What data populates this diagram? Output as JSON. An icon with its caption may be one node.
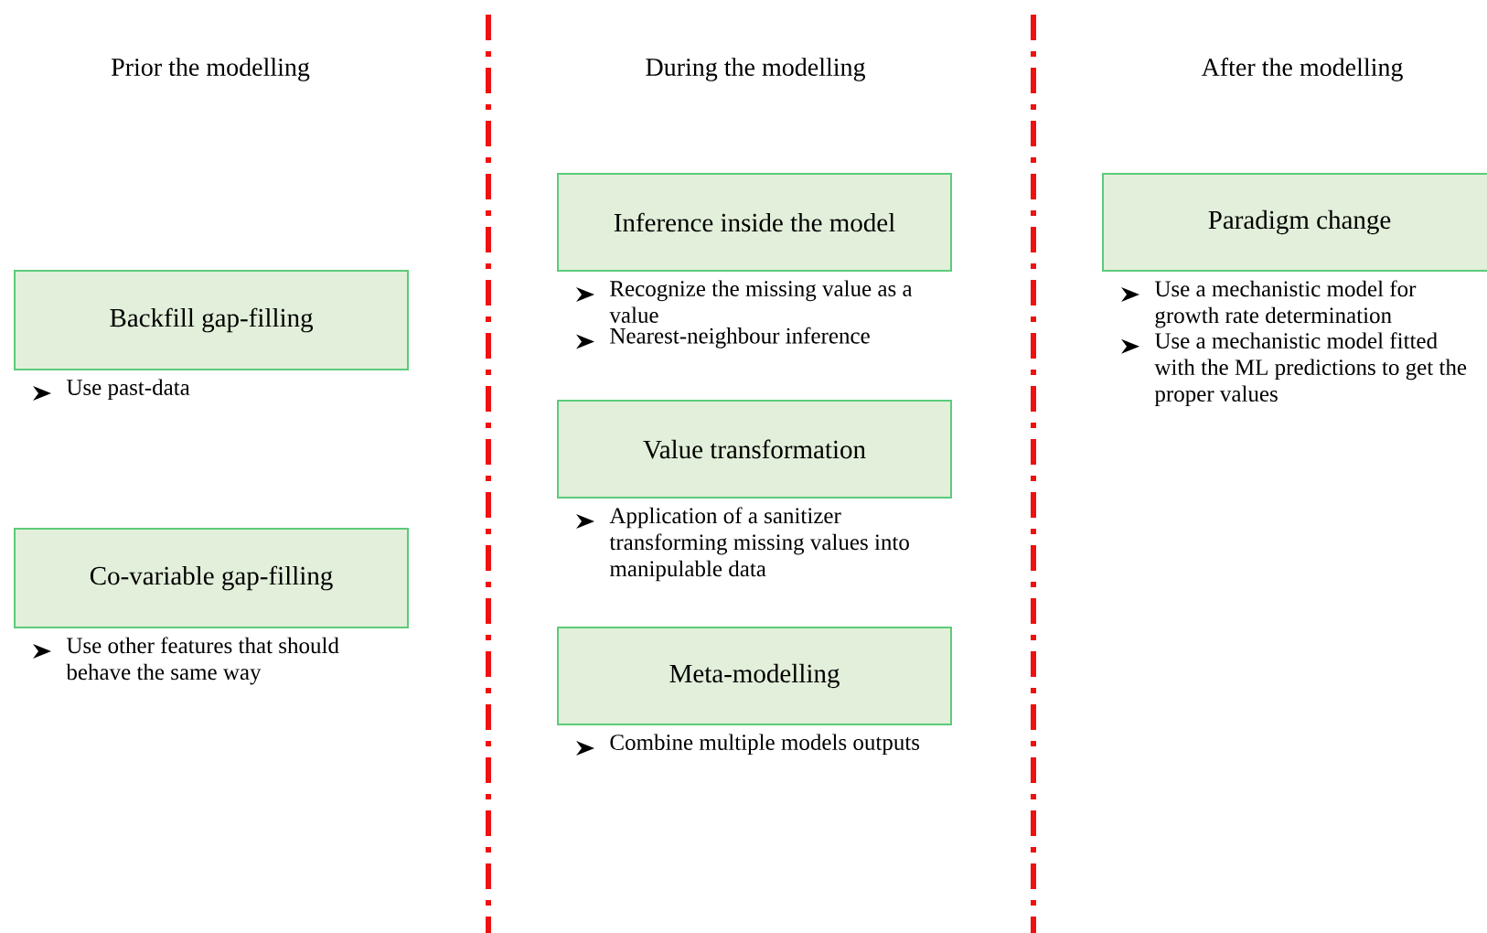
{
  "diagram": {
    "nodes": [
      {
        "text": [
          "Backfill gap-filling"
        ],
        "beside": [
          "Use past-data"
        ]
      },
      {
        "text": [
          "Co-variable gap-filling"
        ],
        "beside": [
          "Use other features that should behave the same way"
        ]
      },
      {
        "text": [
          "Inference inside the model"
        ],
        "beside": [
          "Recognize the missing value as a value",
          "Nearest-neighbour inference"
        ]
      },
      {
        "text": [
          "Value transformation"
        ],
        "beside": [
          "Application of a sanitizer transforming missing values into manipulable data"
        ]
      },
      {
        "text": [
          "Meta-modelling"
        ],
        "beside": [
          "Combine multiple models outputs"
        ]
      },
      {
        "text": [
          "Paradigm change"
        ],
        "beside": [
          "Use a mechanistic model for growth rate determination",
          "Use a mechanistic model fitted with the ML predictions to get the proper values"
        ]
      }
    ],
    "edges": [],
    "labels": [
      "Prior the modelling",
      "During the modelling",
      "After the modelling"
    ]
  }
}
